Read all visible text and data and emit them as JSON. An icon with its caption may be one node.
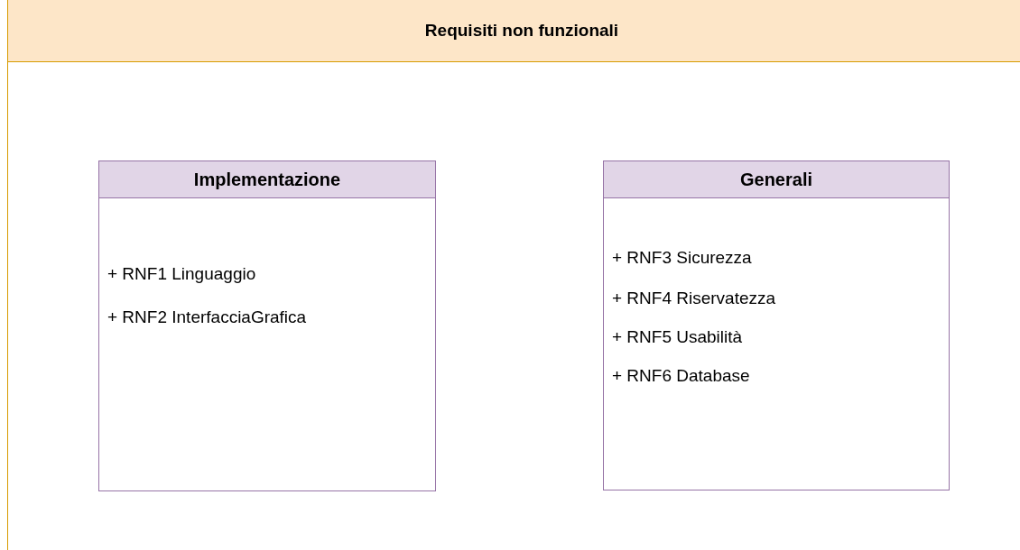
{
  "diagram": {
    "nodes": [
      {
        "text": [
          "Requisiti non funzionali"
        ]
      },
      {
        "text": [
          "Implementazione",
          "+ RNF1 Linguaggio",
          "+ RNF2 InterfacciaGrafica"
        ],
        "in": 0
      },
      {
        "text": [
          "Generali",
          "+ RNF3 Sicurezza",
          "+ RNF4 Riservatezza",
          "+ RNF5 Usabilità",
          "+ RNF6 Database"
        ],
        "in": 0
      }
    ]
  }
}
